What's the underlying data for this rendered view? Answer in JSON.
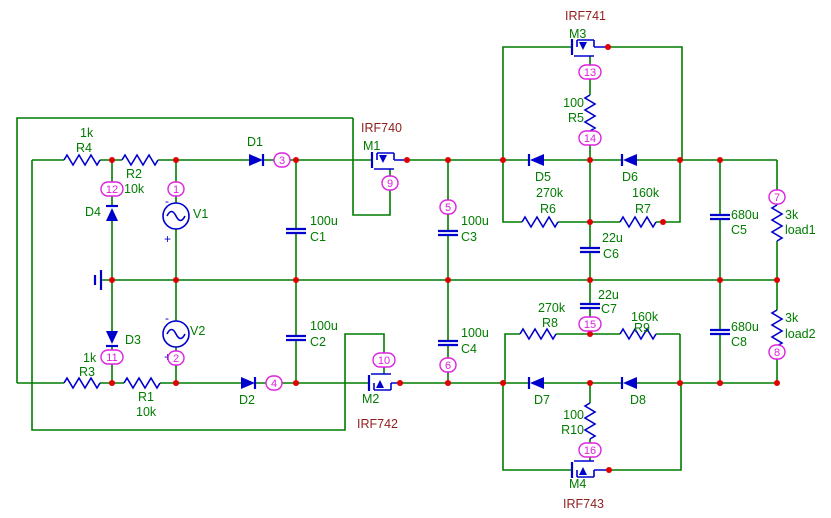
{
  "schematic": {
    "colors": {
      "wire_green": "#007c00",
      "symbol_blue": "#0000cd",
      "label_green": "#007c00",
      "part_dark_red": "#8f1f1f",
      "node_magenta": "#dd22dd",
      "junction_red": "#e00000",
      "background": "#ffffff"
    },
    "mosfets": [
      {
        "ref": "M1",
        "part": "IRF740"
      },
      {
        "ref": "M2",
        "part": "IRF742"
      },
      {
        "ref": "M3",
        "part": "IRF741"
      },
      {
        "ref": "M4",
        "part": "IRF743"
      }
    ],
    "resistors": [
      {
        "ref": "R1",
        "value": "10k"
      },
      {
        "ref": "R2",
        "value": "10k"
      },
      {
        "ref": "R3",
        "value": "1k"
      },
      {
        "ref": "R4",
        "value": "1k"
      },
      {
        "ref": "R5",
        "value": "100"
      },
      {
        "ref": "R6",
        "value": "270k"
      },
      {
        "ref": "R7",
        "value": "160k"
      },
      {
        "ref": "R8",
        "value": "270k"
      },
      {
        "ref": "R9",
        "value": "160k"
      },
      {
        "ref": "R10",
        "value": "100"
      },
      {
        "ref": "load1",
        "value": "3k"
      },
      {
        "ref": "load2",
        "value": "3k"
      }
    ],
    "capacitors": [
      {
        "ref": "C1",
        "value": "100u"
      },
      {
        "ref": "C2",
        "value": "100u"
      },
      {
        "ref": "C3",
        "value": "100u"
      },
      {
        "ref": "C4",
        "value": "100u"
      },
      {
        "ref": "C5",
        "value": "680u"
      },
      {
        "ref": "C6",
        "value": "22u"
      },
      {
        "ref": "C7",
        "value": "22u"
      },
      {
        "ref": "C8",
        "value": "680u"
      }
    ],
    "diodes": [
      {
        "ref": "D1"
      },
      {
        "ref": "D2"
      },
      {
        "ref": "D3"
      },
      {
        "ref": "D4"
      },
      {
        "ref": "D5"
      },
      {
        "ref": "D6"
      },
      {
        "ref": "D7"
      },
      {
        "ref": "D8"
      }
    ],
    "sources": [
      {
        "ref": "V1",
        "polarity_top": "-",
        "polarity_bottom": "+"
      },
      {
        "ref": "V2",
        "polarity_top": "-",
        "polarity_bottom": "+"
      }
    ],
    "nodes": [
      "1",
      "2",
      "3",
      "4",
      "5",
      "6",
      "7",
      "8",
      "9",
      "10",
      "11",
      "12",
      "13",
      "14",
      "15",
      "16"
    ]
  }
}
